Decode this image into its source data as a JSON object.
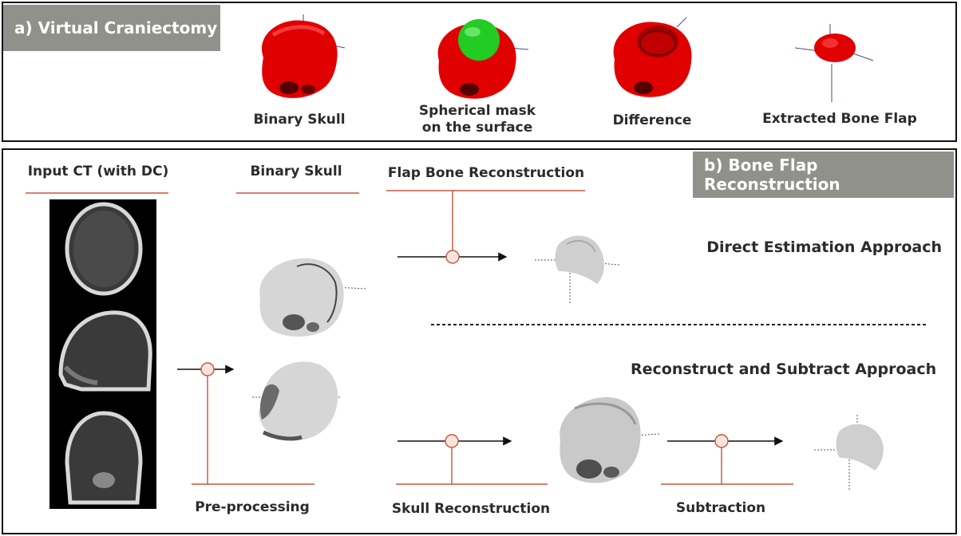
{
  "panel_a": {
    "tag": "a) Virtual Craniectomy",
    "labels": {
      "binary_skull": "Binary Skull",
      "spherical_mask_line1": "Spherical mask",
      "spherical_mask_line2": "on the surface",
      "difference": "Difference",
      "extracted_bone_flap": "Extracted Bone Flap"
    },
    "colors": {
      "skull": "#e00000",
      "mask": "#22cc22"
    }
  },
  "panel_b": {
    "tag": "b) Bone Flap Reconstruction",
    "labels": {
      "input_ct": "Input CT (with DC)",
      "binary_skull": "Binary Skull",
      "flap_bone_reconstruction": "Flap Bone Reconstruction",
      "direct_estimation": "Direct Estimation Approach",
      "reconstruct_subtract": "Reconstruct and Subtract Approach",
      "pre_processing": "Pre-processing",
      "skull_reconstruction": "Skull Reconstruction",
      "subtraction": "Subtraction"
    },
    "colors": {
      "connector": "#c8553d",
      "arrow": "#111111",
      "bone": "#c9c9c9"
    }
  }
}
